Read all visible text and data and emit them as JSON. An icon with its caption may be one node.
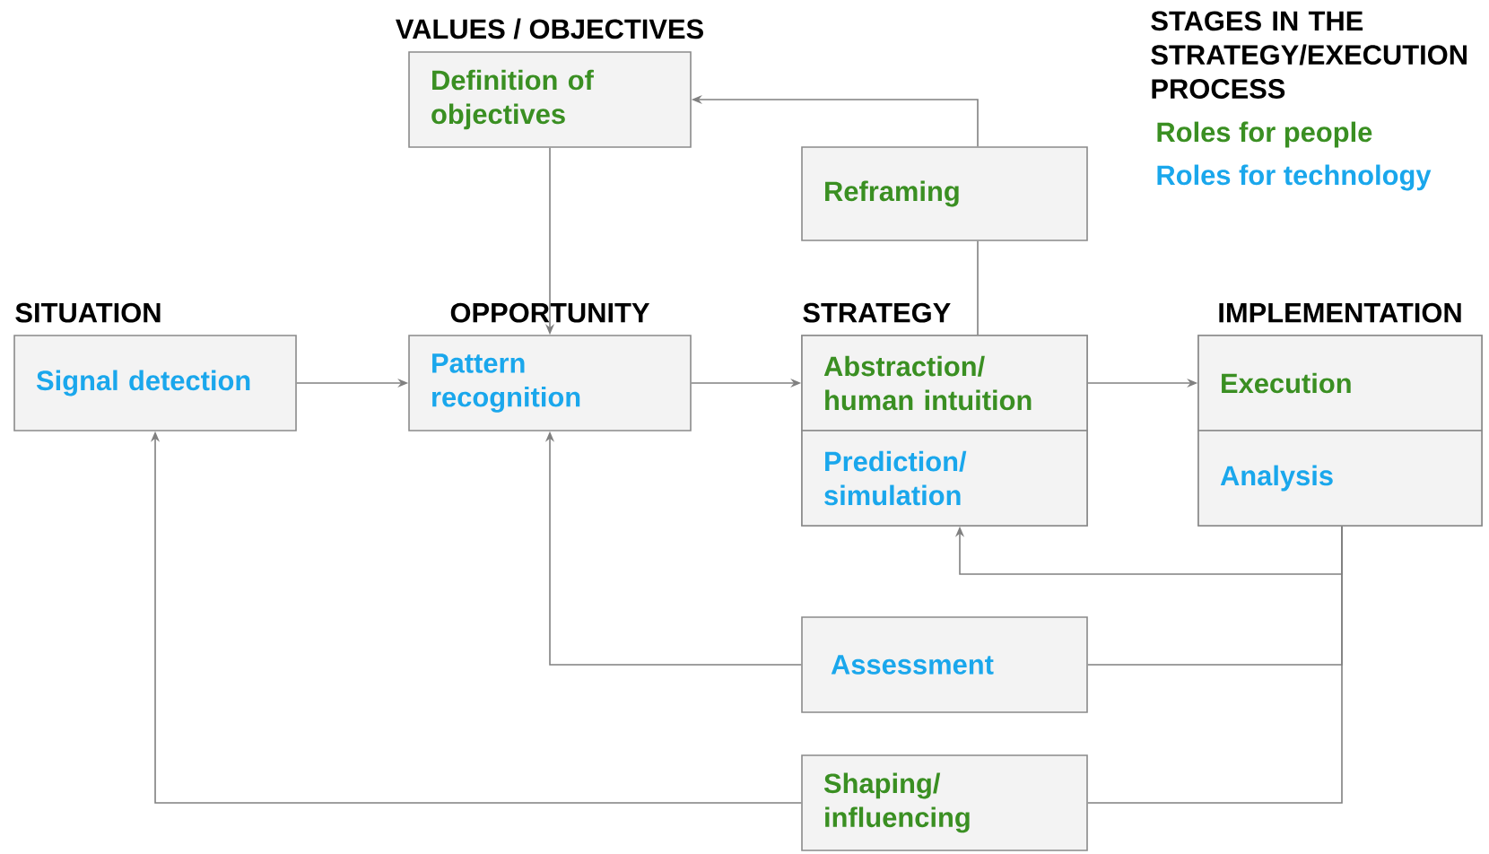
{
  "diagram": {
    "nodes": [
      {
        "text": [
          "VALUES / OBJECTIVES",
          "Definition of objectives"
        ]
      },
      {
        "text": [
          "Reframing"
        ]
      },
      {
        "text": [
          "SITUATION",
          "Signal detection"
        ]
      },
      {
        "text": [
          "OPPORTUNITY",
          "Pattern recognition"
        ]
      },
      {
        "text": [
          "STRATEGY"
        ]
      },
      {
        "text": [
          "Abstraction/ human intuition"
        ],
        "in": 4
      },
      {
        "text": [
          "Prediction/ simulation"
        ],
        "in": 4
      },
      {
        "text": [
          "IMPLEMENTATION"
        ]
      },
      {
        "text": [
          "Execution"
        ],
        "in": 7
      },
      {
        "text": [
          "Analysis"
        ],
        "in": 7
      },
      {
        "text": [
          "Assessment"
        ]
      },
      {
        "text": [
          "Shaping/ influencing"
        ]
      }
    ],
    "edges": [
      {
        "from": 0,
        "to": 3,
        "arrow": "to"
      },
      {
        "from": 1,
        "to": 0,
        "arrow": "to"
      },
      {
        "from": 5,
        "to": 1,
        "arrow": "none"
      },
      {
        "from": 2,
        "to": 3,
        "arrow": "to"
      },
      {
        "from": 3,
        "to": 5,
        "arrow": "to"
      },
      {
        "from": 5,
        "to": 8,
        "arrow": "to"
      },
      {
        "from": 9,
        "to": 6,
        "arrow": "to"
      },
      {
        "from": 9,
        "to": 10,
        "arrow": "none"
      },
      {
        "from": 9,
        "to": 11,
        "arrow": "none"
      },
      {
        "from": 10,
        "to": 3,
        "arrow": "to"
      },
      {
        "from": 11,
        "to": 2,
        "arrow": "to"
      }
    ],
    "labels": [
      "STAGES IN THE STRATEGY/EXECUTION PROCESS"
    ],
    "legend": [
      {
        "text": "Roles for people",
        "color": "#3a8f22"
      },
      {
        "text": "Roles for technology",
        "color": "#1aa7ec"
      }
    ]
  }
}
